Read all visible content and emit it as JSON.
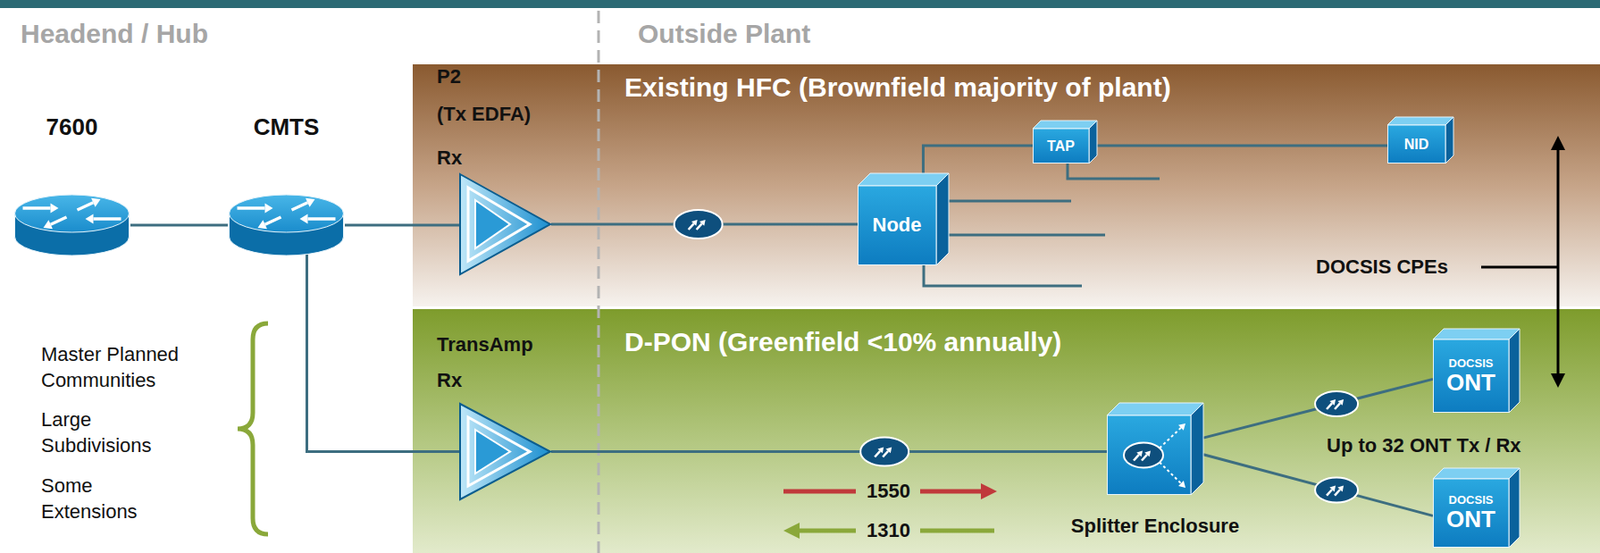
{
  "diagram": {
    "nodes": [
      {
        "text": [
          "7600"
        ]
      },
      {
        "text": [
          "CMTS"
        ]
      },
      {
        "text": [
          "Existing HFC (Brownfield majority of plant)"
        ]
      },
      {
        "text": [
          "P2",
          "(Tx EDFA)",
          "Rx"
        ],
        "in": 2
      },
      {
        "text": [
          "Node"
        ],
        "in": 2
      },
      {
        "text": [
          "TAP"
        ],
        "in": 2
      },
      {
        "text": [
          "NID"
        ],
        "in": 2
      },
      {
        "text": [
          "D-PON (Greenfield <10% annually)"
        ]
      },
      {
        "text": [
          "TransAmp",
          "Rx"
        ],
        "in": 7
      },
      {
        "text": [
          "Splitter Enclosure"
        ],
        "in": 7
      },
      {
        "text": [
          "DOCSIS",
          "ONT"
        ],
        "in": 7
      },
      {
        "text": [
          "DOCSIS",
          "ONT"
        ],
        "in": 7
      }
    ],
    "edges": [
      {
        "from": 0,
        "to": 1,
        "arrow": "none"
      },
      {
        "from": 1,
        "to": 3,
        "arrow": "none"
      },
      {
        "from": 1,
        "to": 8,
        "arrow": "none"
      },
      {
        "from": 3,
        "to": 4,
        "arrow": "none"
      },
      {
        "from": 4,
        "to": 5,
        "arrow": "none"
      },
      {
        "from": 5,
        "to": 6,
        "arrow": "none"
      },
      {
        "from": 8,
        "to": 9,
        "arrow": "none"
      },
      {
        "from": 9,
        "to": 10,
        "arrow": "none"
      },
      {
        "from": 9,
        "to": 11,
        "arrow": "none"
      }
    ],
    "labels": [
      "Headend / Hub",
      "Outside Plant",
      "DOCSIS CPEs",
      "Master Planned Communities",
      "Large Subdivisions",
      "Some Extensions",
      "1550",
      "1310",
      "Up to 32 ONT Tx / Rx"
    ]
  }
}
